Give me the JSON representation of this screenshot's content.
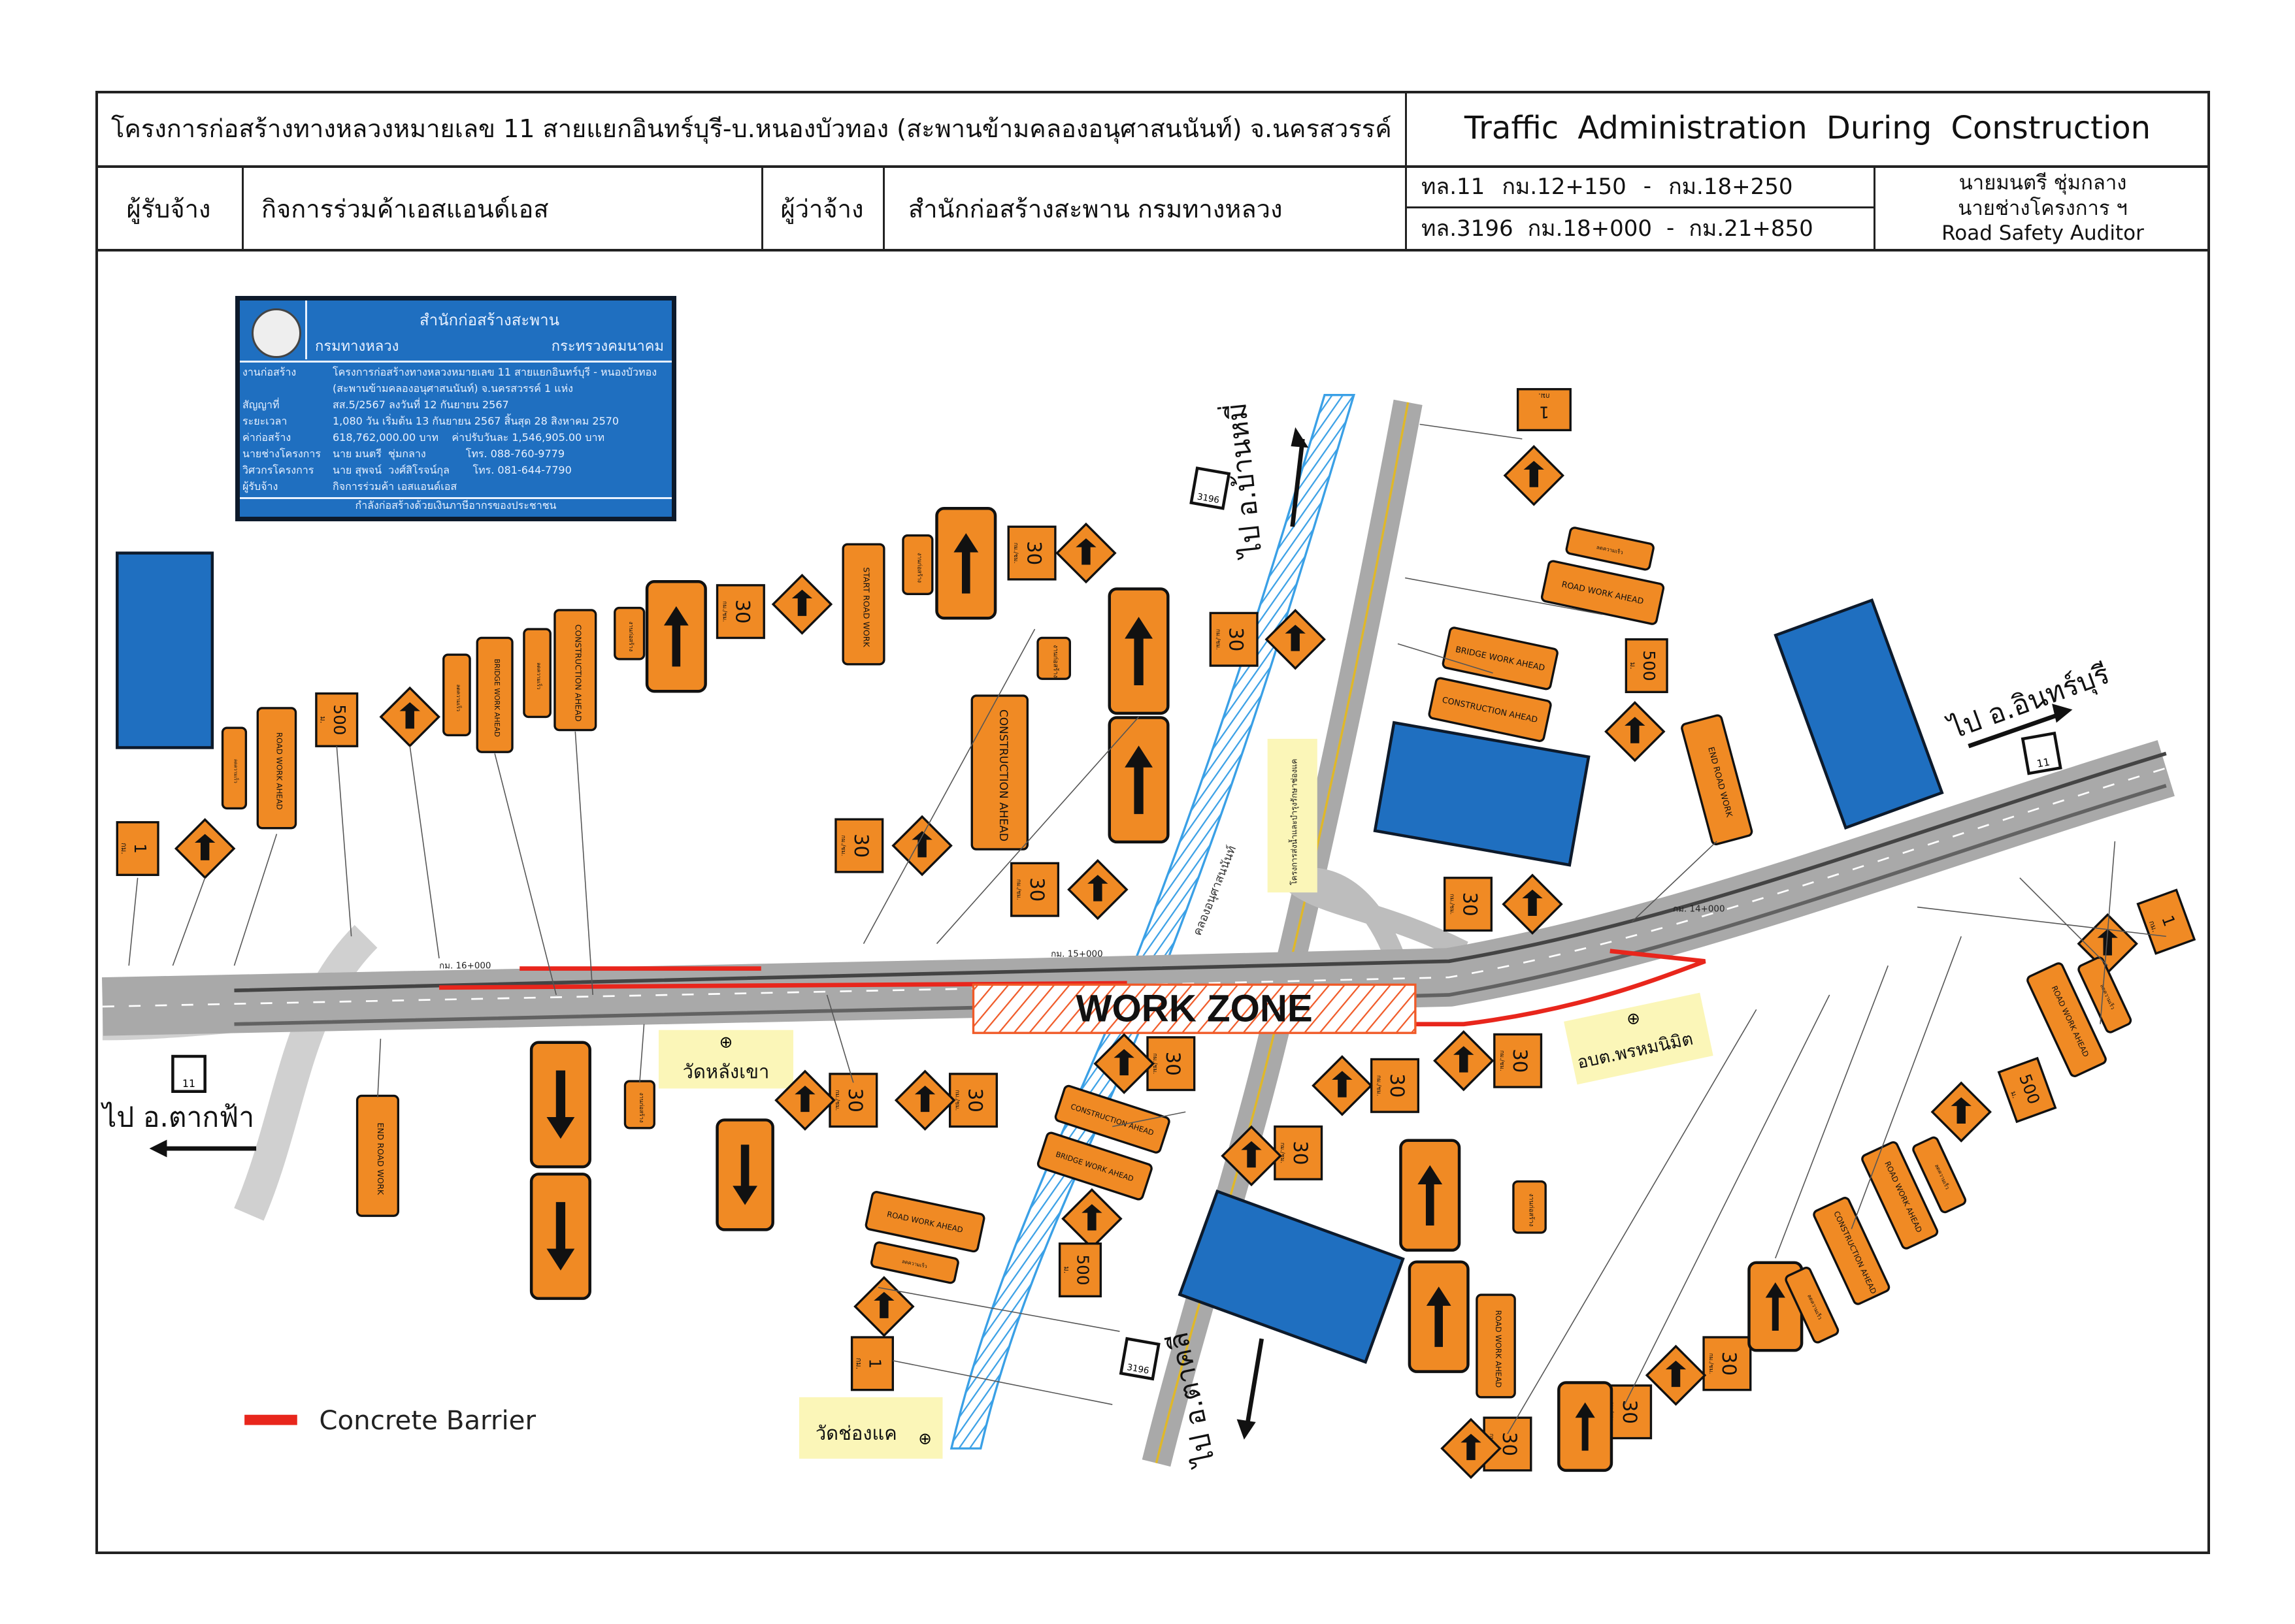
{
  "header": {
    "project_title": "โครงการก่อสร้างทางหลวงหมายเลข 11 สายแยกอินทร์บุรี-บ.หนองบัวทอง (สะพานข้ามคลองอนุศาสนนันท์) จ.นครสวรรค์",
    "doc_title": "Traffic Administration During Construction",
    "contractor_label": "ผู้รับจ้าง",
    "contractor_value": "กิจการร่วมค้าเอสแอนด์เอส",
    "employer_label": "ผู้ว่าจ้าง",
    "employer_value": "สำนักก่อสร้างสะพาน กรมทางหลวง",
    "route_1": {
      "road": "ทล.11",
      "from": "กม.12+150",
      "dash": "-",
      "to": "กม.18+250"
    },
    "route_2": {
      "road": "ทล.3196",
      "from": "กม.18+000",
      "dash": "-",
      "to": "กม.21+850"
    },
    "auditor_name": "นายมนตรี ชุ่มกลาง",
    "auditor_role": "นายช่างโครงการ ฯ",
    "auditor_title": "Road Safety Auditor"
  },
  "info_board": {
    "org": "สำนักก่อสร้างสะพาน",
    "dept": "กรมทางหลวง",
    "ministry": "กระทรวงคมนาคม",
    "rows": [
      {
        "k": "งานก่อสร้าง",
        "v": "โครงการก่อสร้างทางหลวงหมายเลข 11 สายแยกอินทร์บุรี - หนองบัวทอง"
      },
      {
        "k": "",
        "v": "(สะพานข้ามคลองอนุศาสนนันท์) จ.นครสวรรค์ 1 แห่ง"
      },
      {
        "k": "สัญญาที่",
        "v": "สส.5/2567 ลงวันที่ 12 กันยายน 2567"
      },
      {
        "k": "ระยะเวลา",
        "v": "1,080 วัน เริ่มต้น 13 กันยายน 2567 สิ้นสุด 28 สิงหาคม 2570"
      },
      {
        "k": "ค่าก่อสร้าง",
        "v": "618,762,000.00 บาท    ค่าปรับวันละ 1,546,905.00 บาท"
      },
      {
        "k": "นายช่างโครงการ",
        "v": "นาย มนตรี  ชุ่มกลาง            โทร. 088-760-9779"
      },
      {
        "k": "วิศวกรโครงการ",
        "v": "นาย สุพจน์  วงศ์สิโรจน์กุล       โทร. 081-644-7790"
      },
      {
        "k": "ผู้รับจ้าง",
        "v": "กิจการร่วมค้า เอสแอนด์เอส"
      }
    ],
    "footer": "กำลังก่อสร้างด้วยเงินภาษีอากรของประชาชน"
  },
  "map": {
    "work_zone": "WORK ZONE",
    "km_markers": [
      "กม. 16+000",
      "กม. 15+000",
      "กม. 14+000"
    ],
    "places": {
      "temple_langkhao": "วัดหลังเขา",
      "sao_phromnimit": "อบต.พรหมนิมิต",
      "temple_chongkhae": "วัดช่องแค",
      "irrigation": "โครงการส่งน้ำและบำรุงรักษาช่องแค",
      "canal": "คลองอนุศาสนนันท์"
    },
    "directions": {
      "ban_mi": "ไป อ.บ้านหมี่",
      "in_buri": "ไป อ.อินทร์บุรี",
      "tak_fa": "ไป อ.ตากฟ้า",
      "takhli": "ไป อ.ตาคลี"
    },
    "route_shields": {
      "hwy11": "11",
      "hwy3196": "3196"
    },
    "signs": {
      "speed": "30",
      "speed_unit": "กม./ชม.",
      "dist_500": "500",
      "dist_1": "1",
      "dist_unit_m": "ม.",
      "dist_unit_km": "กม.",
      "road_work": "งานก่อสร้าง",
      "road_work_ahead": "ROAD WORK AHEAD",
      "construction_ahead": "CONSTRUCTION AHEAD",
      "bridge_work_ahead": "BRIDGE WORK AHEAD",
      "start_road_work": "START ROAD WORK",
      "end_road_work": "END ROAD WORK",
      "slow_down": "ลดความเร็ว"
    }
  },
  "legend": {
    "concrete_barrier": "Concrete Barrier"
  },
  "colors": {
    "sign_orange": "#f08a24",
    "board_blue": "#1f6fc0",
    "barrier_red": "#e8261c",
    "river_blue": "#3aa0e6",
    "road_gray": "#a9a9a9",
    "note_yellow": "#fbf6b8"
  }
}
